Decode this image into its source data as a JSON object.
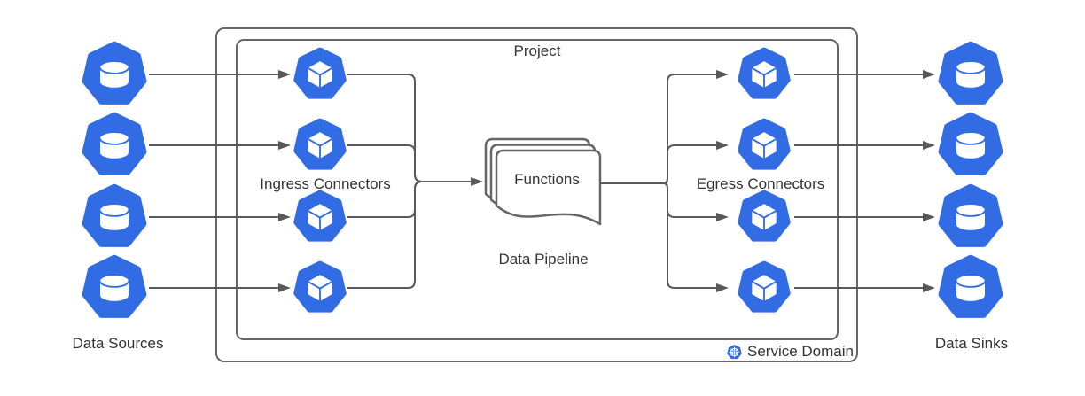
{
  "groups": {
    "service_domain": {
      "label": "Service Domain",
      "icon": "kubernetes-wheel-icon"
    },
    "project": {
      "label": "Project"
    }
  },
  "columns": {
    "data_sources": {
      "label": "Data Sources",
      "node_count": 4,
      "node_icon": "database-heptagon-icon"
    },
    "ingress_connectors": {
      "label": "Ingress Connectors",
      "node_count": 4,
      "node_icon": "cube-heptagon-icon"
    },
    "egress_connectors": {
      "label": "Egress Connectors",
      "node_count": 4,
      "node_icon": "cube-heptagon-icon"
    },
    "data_sinks": {
      "label": "Data Sinks",
      "node_count": 4,
      "node_icon": "database-heptagon-icon"
    }
  },
  "pipeline": {
    "group_label": "Data Pipeline",
    "node_label": "Functions",
    "node_icon": "multi-document-icon"
  },
  "flows": [
    "Data Sources -> Ingress Connectors",
    "Ingress Connectors -> Functions",
    "Functions -> Egress Connectors",
    "Egress Connectors -> Data Sinks"
  ],
  "colors": {
    "node_blue": "#326CE5",
    "connector_gray": "#595959",
    "border_gray": "#666666",
    "text": "#333333",
    "node_glyph": "#FFFFFF",
    "background": "#FFFFFF"
  }
}
